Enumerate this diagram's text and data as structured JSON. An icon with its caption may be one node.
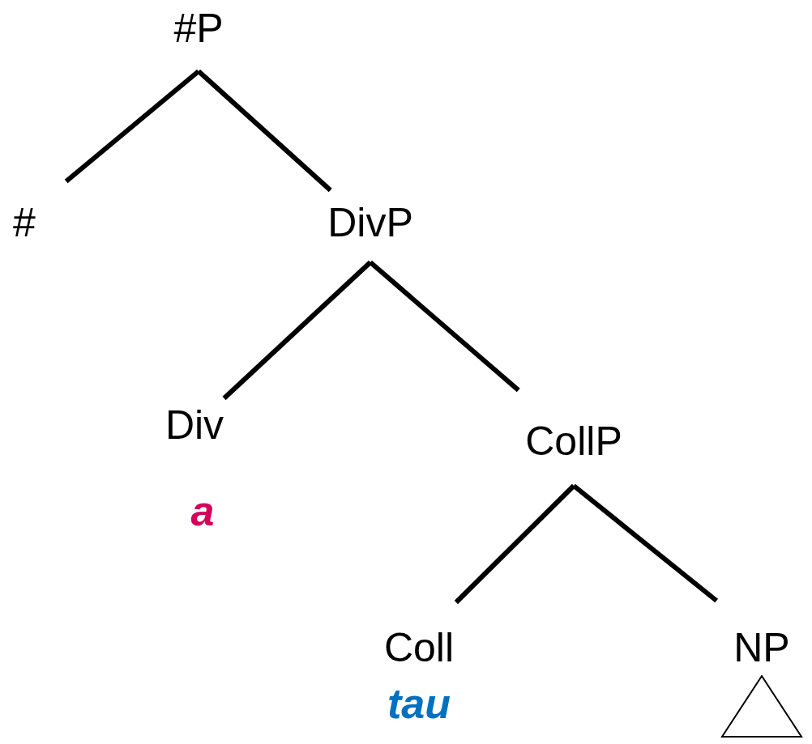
{
  "diagram": {
    "nodes": [
      {
        "text": [
          "#P"
        ]
      },
      {
        "text": [
          "#"
        ]
      },
      {
        "text": [
          "DivP"
        ]
      },
      {
        "text": [
          "Div"
        ],
        "beside": [
          "a"
        ]
      },
      {
        "text": [
          "CollP"
        ]
      },
      {
        "text": [
          "Coll"
        ],
        "beside": [
          "tau"
        ]
      },
      {
        "text": [
          "NP"
        ]
      }
    ],
    "edges": [
      {
        "from": 0,
        "to": 1,
        "arrow": "none"
      },
      {
        "from": 0,
        "to": 2,
        "arrow": "none"
      },
      {
        "from": 2,
        "to": 3,
        "arrow": "none"
      },
      {
        "from": 2,
        "to": 4,
        "arrow": "none"
      },
      {
        "from": 4,
        "to": 5,
        "arrow": "none"
      },
      {
        "from": 4,
        "to": 6,
        "arrow": "none"
      }
    ]
  }
}
